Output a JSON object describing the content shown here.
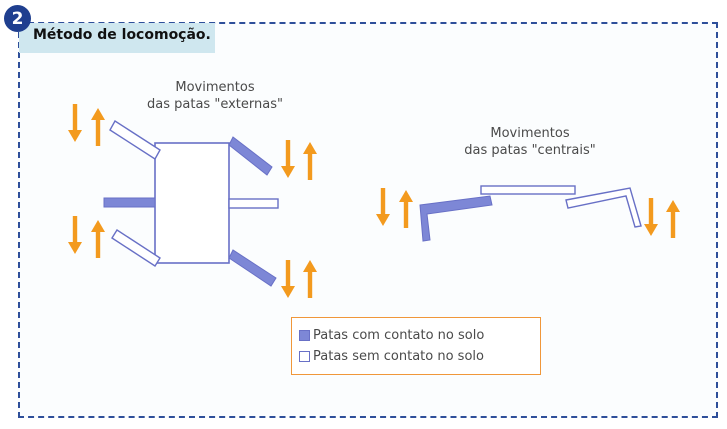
{
  "section": {
    "number": "2",
    "title": "Método de locomoção."
  },
  "captions": {
    "externas": [
      "Movimentos",
      "das patas \"externas\""
    ],
    "centrais": [
      "Movimentos",
      "das patas \"centrais\""
    ]
  },
  "legend": {
    "contact": "Patas com contato no solo",
    "no_contact": "Patas sem contato no solo"
  },
  "colors": {
    "frame": "#2e4f9a",
    "title_band": "#cfe7ef",
    "leg_contact_fill": "#7d87d6",
    "leg_outline": "#6870c6",
    "arrow": "#f39a1e",
    "legend_border": "#f0973a"
  }
}
